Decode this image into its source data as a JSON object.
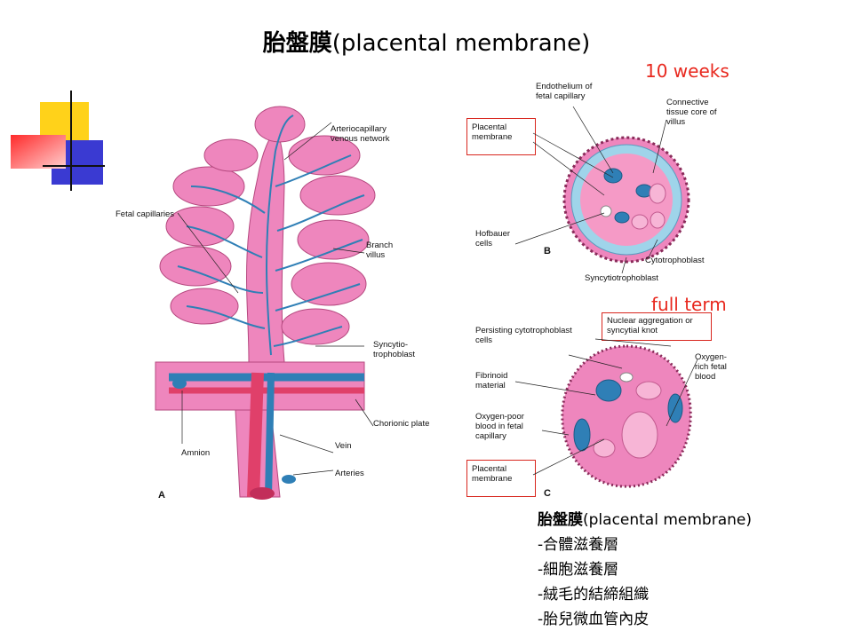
{
  "title": {
    "bold": "胎盤膜",
    "rest": "(placental membrane)"
  },
  "tags": {
    "weeks": "10 weeks",
    "term": "full term"
  },
  "colors": {
    "accent": "#e8281e",
    "villus_pink": "#ee86bd",
    "vessel_blue": "#2f7fb6",
    "deco_yellow": "#ffd21a",
    "deco_blue": "#3a3ad2",
    "deco_red": "#ff2a2a"
  },
  "figure_a": {
    "panel": "A",
    "labels": {
      "arteriocapillary": "Arteriocapillary venous network",
      "fetal_capillaries": "Fetal capillaries",
      "branch_villus": "Branch villus",
      "syncytiotrophoblast": "Syncytio- trophoblast",
      "chorionic_plate": "Chorionic plate",
      "amnion": "Amnion",
      "vein": "Vein",
      "arteries": "Arteries"
    }
  },
  "figure_b": {
    "panel": "B",
    "labels": {
      "endothelium": "Endothelium of fetal capillary",
      "connective": "Connective tissue core of villus",
      "placental_membrane": "Placental membrane",
      "hofbauer": "Hofbauer cells",
      "cytotrophoblast": "Cytotrophoblast",
      "syncytiotrophoblast": "Syncytiotrophoblast"
    }
  },
  "figure_c": {
    "panel": "C",
    "labels": {
      "nuclear_aggregation": "Nuclear aggregation or syncytial knot",
      "persisting": "Persisting cytotrophoblast cells",
      "oxygen_rich": "Oxygen- rich fetal blood",
      "fibrinoid": "Fibrinoid material",
      "oxygen_poor": "Oxygen-poor blood in fetal capillary",
      "placental_membrane": "Placental membrane"
    }
  },
  "notes": {
    "heading_bold": "胎盤膜",
    "heading_rest": "(placental membrane)",
    "items": [
      "-合體滋養層",
      "-細胞滋養層",
      "-絨毛的結締組織",
      "-胎兒微血管內皮"
    ]
  }
}
